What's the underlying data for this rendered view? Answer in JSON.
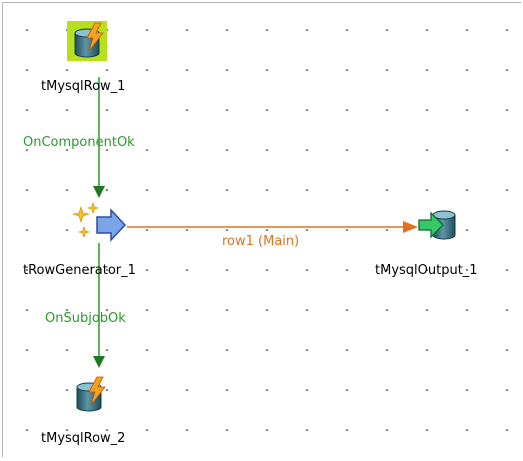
{
  "components": {
    "row1": {
      "label": "tMysqlRow_1",
      "icon": "mysql-row-icon"
    },
    "generator": {
      "label": "tRowGenerator_1",
      "icon": "row-generator-icon"
    },
    "output": {
      "label": "tMysqlOutput_1",
      "icon": "mysql-output-icon"
    },
    "row2": {
      "label": "tMysqlRow_2",
      "icon": "mysql-row-icon"
    }
  },
  "connections": {
    "on_component_ok": "OnComponentOk",
    "on_subjob_ok": "OnSubjobOk",
    "main_row": "row1 (Main)"
  },
  "colors": {
    "trigger": "#2a9a2a",
    "main": "#e0721f",
    "selection": "#b6e01c"
  }
}
